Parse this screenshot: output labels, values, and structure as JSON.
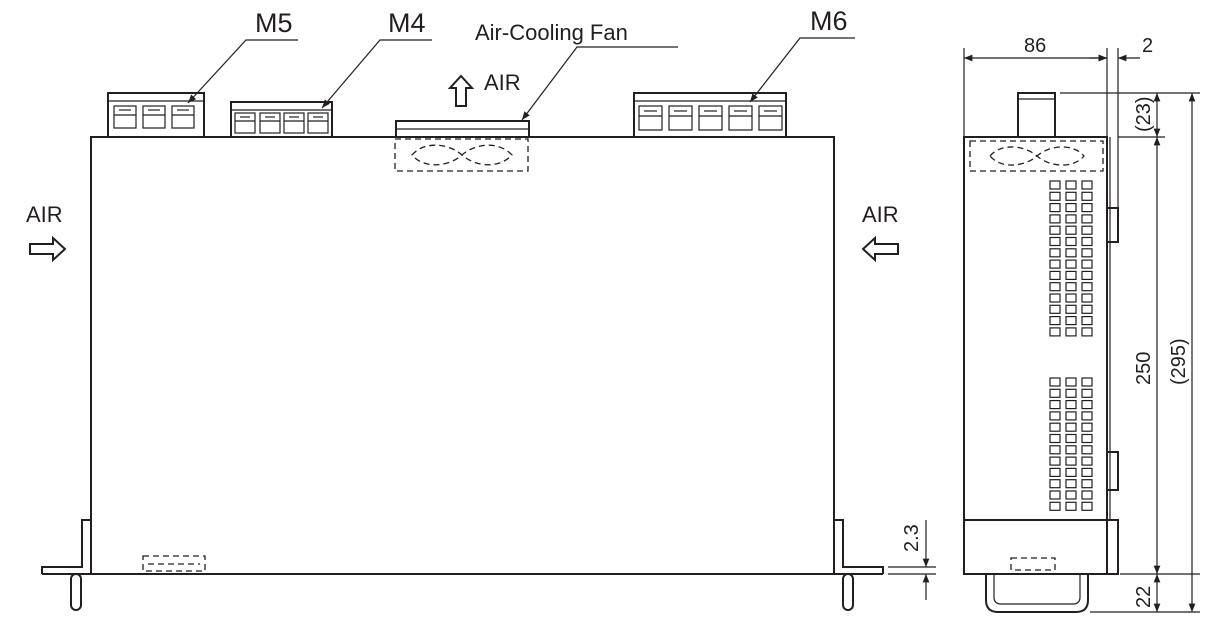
{
  "front_view": {
    "labels": {
      "m5": "M5",
      "m4": "M4",
      "fan": "Air-Cooling Fan",
      "m6": "M6",
      "air_top": "AIR",
      "air_left": "AIR",
      "air_right": "AIR"
    },
    "dimension_bottom_offset": "2.3"
  },
  "side_view": {
    "dimensions": {
      "width": "86",
      "flange": "2",
      "terminal_height": "(23)",
      "body_height": "250",
      "overall_height": "(295)",
      "handle": "22"
    }
  },
  "colors": {
    "line": "#231f20",
    "background": "#ffffff"
  }
}
